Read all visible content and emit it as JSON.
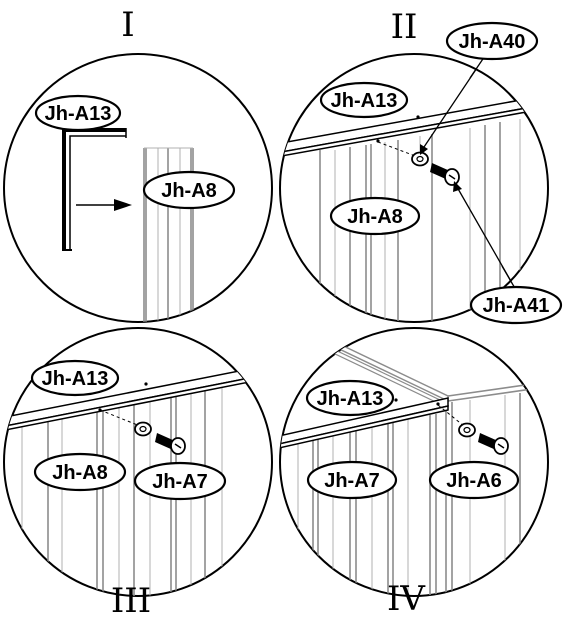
{
  "steps": [
    {
      "numeral": "I",
      "labels": {
        "bar": "Jh-A13",
        "panel": "Jh-A8"
      }
    },
    {
      "numeral": "II",
      "labels": {
        "bar": "Jh-A13",
        "panel": "Jh-A8",
        "washer": "Jh-A40",
        "screw": "Jh-A41"
      }
    },
    {
      "numeral": "III",
      "labels": {
        "bar": "Jh-A13",
        "panel_left": "Jh-A8",
        "panel_right": "Jh-A7"
      }
    },
    {
      "numeral": "IV",
      "labels": {
        "bar": "Jh-A13",
        "panel_left": "Jh-A7",
        "panel_right": "Jh-A6"
      }
    }
  ]
}
